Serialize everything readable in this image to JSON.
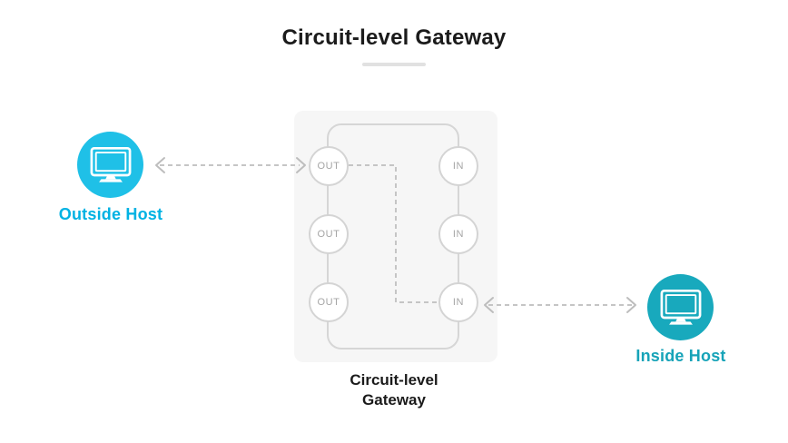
{
  "title": "Circuit-level Gateway",
  "gateway": {
    "caption": {
      "line1": "Circuit-level",
      "line2": "Gateway"
    },
    "out_ports": [
      "OUT",
      "OUT",
      "OUT"
    ],
    "in_ports": [
      "IN",
      "IN",
      "IN"
    ]
  },
  "hosts": {
    "outside": {
      "label": "Outside Host",
      "circle_color": "#1fc0e7",
      "label_color": "#00b2e3",
      "icon": "monitor-icon"
    },
    "inside": {
      "label": "Inside Host",
      "circle_color": "#18a9bd",
      "label_color": "#17a3b8",
      "icon": "monitor-icon"
    }
  },
  "connections": [
    {
      "from": "Outside Host",
      "to": "OUT port 1",
      "style": "dashed",
      "arrowheads": "both"
    },
    {
      "from": "OUT port 1",
      "to": "IN port 3",
      "style": "dashed",
      "arrowheads": "none"
    },
    {
      "from": "IN port 3",
      "to": "Inside Host",
      "style": "dashed",
      "arrowheads": "both"
    }
  ],
  "colors": {
    "background": "#ffffff",
    "panel_bg": "#f6f6f6",
    "loop_line": "#d6d6d6",
    "dashed_line": "#c5c5c5",
    "arrowhead": "#bdbdbd",
    "port_text": "#a5a5a5",
    "title_text": "#1b1b1b",
    "title_underline": "#e1e1e1"
  }
}
